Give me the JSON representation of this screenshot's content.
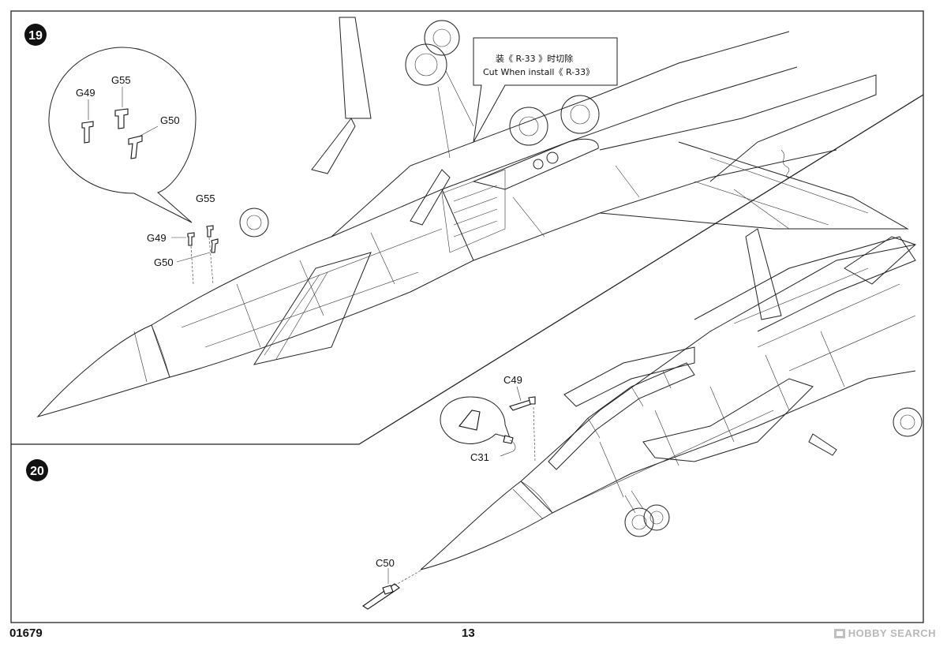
{
  "steps": [
    {
      "number": "19",
      "callout_parts": [
        "G49",
        "G55",
        "G50"
      ],
      "assembly_parts": [
        "G55",
        "G49",
        "G50"
      ],
      "note_zh": "装《 R-33 》时切除",
      "note_en": "Cut When install《 R-33》"
    },
    {
      "number": "20",
      "parts": [
        "C49",
        "C31",
        "C50"
      ]
    }
  ],
  "footer": {
    "product_code": "01679",
    "page_number": "13"
  },
  "watermark": "HOBBY SEARCH",
  "colors": {
    "line": "#222222",
    "step_badge": "#111111",
    "watermark": "#b8b8b8"
  }
}
